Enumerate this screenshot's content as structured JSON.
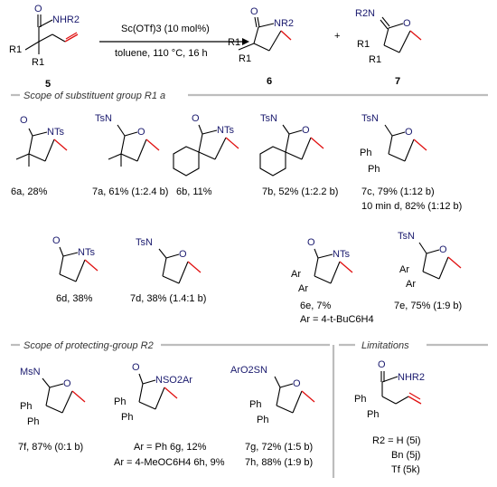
{
  "reaction": {
    "conditions_top": "Sc(OTf)3 (10 mol%)",
    "conditions_bottom": "toluene, 110 °C, 16 h",
    "plus": "+",
    "substrate": {
      "id": "5",
      "amide": "NHR2",
      "subst": "R1"
    },
    "product6": {
      "id": "6",
      "n_group": "NR2",
      "subst": "R1"
    },
    "product7": {
      "id": "7",
      "n_group": "R2N",
      "subst": "R1"
    }
  },
  "sections": {
    "substituent": "Scope of substituent group R1 a",
    "protecting": "Scope of protecting-group R2",
    "limitations": "Limitations"
  },
  "compounds": {
    "6a": {
      "label": "6a, 28%"
    },
    "7a": {
      "label": "7a, 61% (1:2.4 b)"
    },
    "6b": {
      "label": "6b, 11%"
    },
    "7b": {
      "label": "7b, 52% (1:2.2 b)"
    },
    "7c": {
      "label": "7c, 79% (1:12 b)",
      "label2": "10 min d, 82% (1:12 b)"
    },
    "6d": {
      "label": "6d, 38%"
    },
    "7d": {
      "label": "7d, 38% (1.4:1 b)"
    },
    "6e": {
      "label": "6e, 7%",
      "label2": "Ar = 4-t-BuC6H4"
    },
    "7e": {
      "label": "7e, 75% (1:9 b)"
    },
    "7f": {
      "label": "7f, 87% (0:1 b)"
    },
    "6g": {
      "label": "Ar = Ph 6g, 12%"
    },
    "6h": {
      "label": "Ar = 4-MeOC6H4 6h, 9%"
    },
    "7g": {
      "label": "7g, 72% (1:5 b)"
    },
    "7h": {
      "label": "7h, 88% (1:9 b)"
    }
  },
  "limitations": {
    "amide": "NHR2",
    "line1": "R2 = H (5i)",
    "line2": "Bn (5j)",
    "line3": "Tf (5k)"
  },
  "atoms": {
    "o": "O",
    "n_ts": "NTs",
    "tsn": "TsN",
    "msn": "MsN",
    "nso2ar": "NSO2Ar",
    "aro2sn": "ArO2SN",
    "ph": "Ph",
    "ar": "Ar"
  },
  "colors": {
    "methyl_bond": "#e01010",
    "hetero_atom": "#1a1a6e",
    "divider": "#bdbdbd"
  }
}
